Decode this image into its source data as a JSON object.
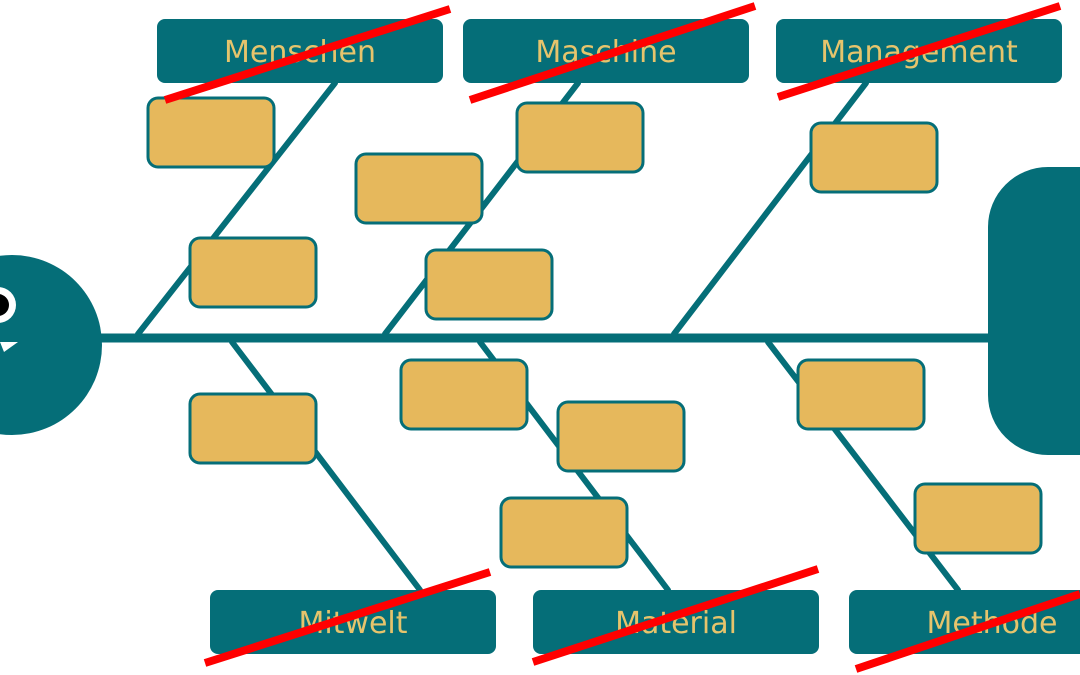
{
  "colors": {
    "teal": "#056e78",
    "box_fill": "#e6b85c",
    "box_stroke": "#056e78",
    "label_text": "#e6c46c",
    "strike": "#ff0000",
    "background": "#ffffff"
  },
  "categories": {
    "menschen": "Menschen",
    "maschine": "Maschine",
    "management": "Management",
    "mitwelt": "Mitwelt",
    "material": "Material",
    "methode": "Methode"
  },
  "icons": {
    "head": "fish-head-icon",
    "eye": "eye-icon",
    "tail": "fish-tail-icon"
  }
}
